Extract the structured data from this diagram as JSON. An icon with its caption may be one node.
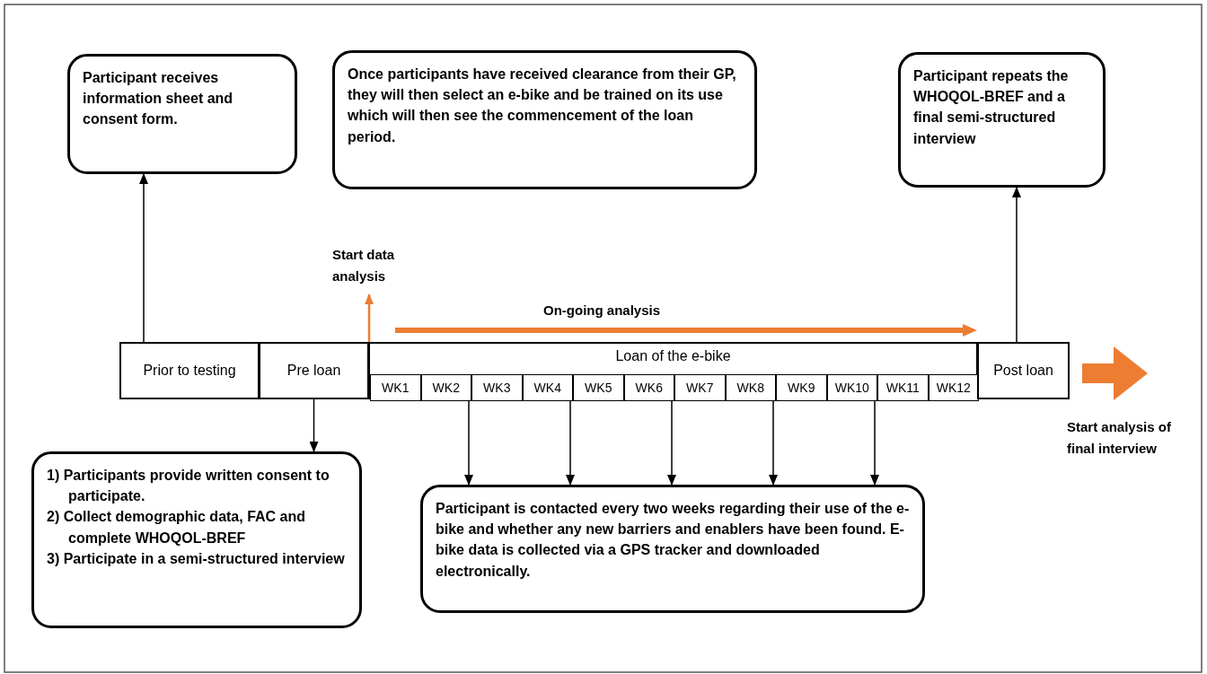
{
  "diagram": {
    "nodes": [
      {
        "text": [
          "Participant receives information sheet and consent form."
        ]
      },
      {
        "text": [
          "Once participants have received clearance from their GP, they will then select an e-bike and be trained on its use which will then see the commencement of the loan period."
        ]
      },
      {
        "text": [
          "Participant repeats the WHOQOL-BREF and a final semi-structured interview"
        ]
      },
      {
        "text": [
          "Start data analysis"
        ]
      },
      {
        "text": [
          "Prior to testing"
        ]
      },
      {
        "text": [
          "Pre loan"
        ]
      },
      {
        "text": [
          "Loan of the e-bike"
        ]
      },
      {
        "text": [
          "WK1"
        ],
        "in": 6
      },
      {
        "text": [
          "WK2"
        ],
        "in": 6
      },
      {
        "text": [
          "WK3"
        ],
        "in": 6
      },
      {
        "text": [
          "WK4"
        ],
        "in": 6
      },
      {
        "text": [
          "WK5"
        ],
        "in": 6
      },
      {
        "text": [
          "WK6"
        ],
        "in": 6
      },
      {
        "text": [
          "WK7"
        ],
        "in": 6
      },
      {
        "text": [
          "WK8"
        ],
        "in": 6
      },
      {
        "text": [
          "WK9"
        ],
        "in": 6
      },
      {
        "text": [
          "WK10"
        ],
        "in": 6
      },
      {
        "text": [
          "WK11"
        ],
        "in": 6
      },
      {
        "text": [
          "WK12"
        ],
        "in": 6
      },
      {
        "text": [
          "Post loan"
        ]
      },
      {
        "text": [
          "1)  Participants provide written consent to participate.",
          "2)  Collect demographic data, FAC and complete WHOQOL-BREF",
          "3)  Participate in a semi-structured interview"
        ]
      },
      {
        "text": [
          "Participant is contacted every two weeks regarding their use of the e-bike and whether any new barriers and enablers have been found.  E-bike data is collected via a GPS tracker and downloaded electronically."
        ]
      }
    ],
    "edges": [
      {
        "from": 4,
        "to": 0,
        "arrow": "to"
      },
      {
        "from": 5,
        "to": 20,
        "arrow": "to"
      },
      {
        "from": 6,
        "to": 3,
        "arrow": "to",
        "color": "#ed7d31"
      },
      {
        "from": 8,
        "to": 21,
        "arrow": "to"
      },
      {
        "from": 10,
        "to": 21,
        "arrow": "to"
      },
      {
        "from": 12,
        "to": 21,
        "arrow": "to"
      },
      {
        "from": 14,
        "to": 21,
        "arrow": "to"
      },
      {
        "from": 16,
        "to": 21,
        "arrow": "to"
      },
      {
        "from": 19,
        "to": 2,
        "arrow": "to"
      }
    ],
    "labels": [
      "On-going analysis",
      "Start analysis of final interview"
    ]
  }
}
